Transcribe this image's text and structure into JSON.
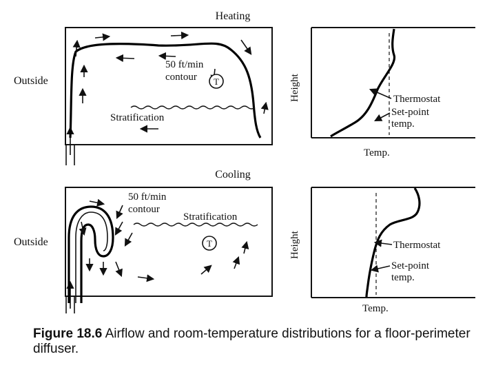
{
  "figure": {
    "caption_number": "Figure 18.6",
    "caption_text": "Airflow and room-temperature distributions for a floor-perimeter diffuser."
  },
  "heating": {
    "title": "Heating",
    "outside_label": "Outside",
    "contour_label_line1": "50 ft/min",
    "contour_label_line2": "contour",
    "thermostat_symbol": "T",
    "stratification_label": "Stratification",
    "profile": {
      "y_axis_label": "Height",
      "x_axis_label": "Temp.",
      "thermostat_label": "Thermostat",
      "setpoint_label_line1": "Set-point",
      "setpoint_label_line2": "temp."
    }
  },
  "cooling": {
    "title": "Cooling",
    "outside_label": "Outside",
    "contour_label_line1": "50 ft/min",
    "contour_label_line2": "contour",
    "thermostat_symbol": "T",
    "stratification_label": "Stratification",
    "profile": {
      "y_axis_label": "Height",
      "x_axis_label": "Temp.",
      "thermostat_label": "Thermostat",
      "setpoint_label_line1": "Set-point",
      "setpoint_label_line2": "temp."
    }
  }
}
